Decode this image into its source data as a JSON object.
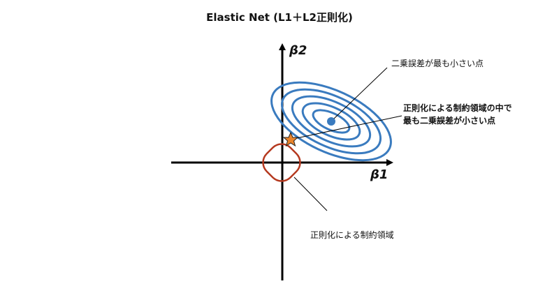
{
  "title": "Elastic Net (L1＋L2正則化)",
  "axes": {
    "x_label": "β1",
    "y_label": "β2"
  },
  "annotations": {
    "min_error": "二乗誤差が最も小さい点",
    "constrained_min_line1": "正則化による制約領域の中で",
    "constrained_min_line2": "最も二乗誤差が小さい点",
    "constraint_region": "正則化による制約領域"
  },
  "colors": {
    "contour": "#3a7bbf",
    "constraint": "#b5391f",
    "star": "#e8832a",
    "axis": "#000000"
  }
}
